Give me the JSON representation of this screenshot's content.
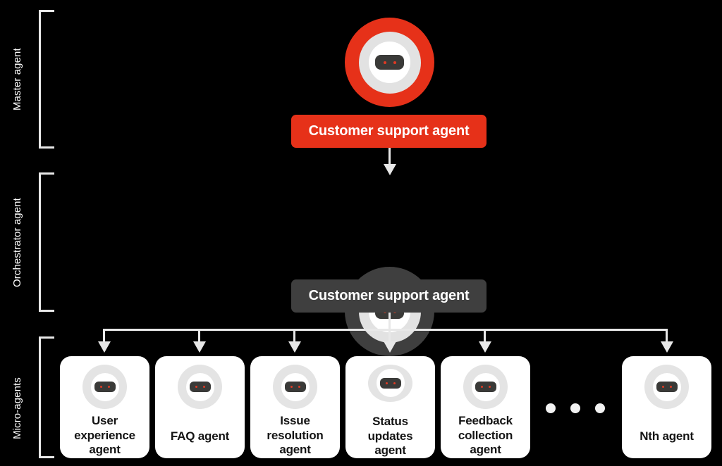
{
  "diagram": {
    "title": "Multi-agent customer support hierarchy",
    "background_color": "#000000",
    "accent_color": "#e63119",
    "line_color": "#e8e8e8"
  },
  "tiers": [
    {
      "label": "Master agent"
    },
    {
      "label": "Orchestrator agent"
    },
    {
      "label": "Micro-agents"
    }
  ],
  "master": {
    "icon_name": "robot-icon",
    "pill_label": "Customer support agent",
    "pill_color": "#e63119",
    "ring_color": "#e63119"
  },
  "orchestrator": {
    "icon_name": "robot-icon",
    "pill_label": "Customer support agent",
    "pill_color": "#3f3f3f",
    "ring_color": "#3f3f3f"
  },
  "micro_agents": [
    {
      "label": "User\nexperience\nagent",
      "icon_name": "robot-icon"
    },
    {
      "label": "FAQ agent",
      "icon_name": "robot-icon"
    },
    {
      "label": "Issue\nresolution\nagent",
      "icon_name": "robot-icon"
    },
    {
      "label": "Status updates\nagent",
      "icon_name": "robot-icon"
    },
    {
      "label": "Feedback\ncollection\nagent",
      "icon_name": "robot-icon"
    },
    {
      "label": "Nth agent",
      "icon_name": "robot-icon"
    }
  ],
  "ellipsis": {
    "name": "ellipsis-dots",
    "count": 3
  }
}
